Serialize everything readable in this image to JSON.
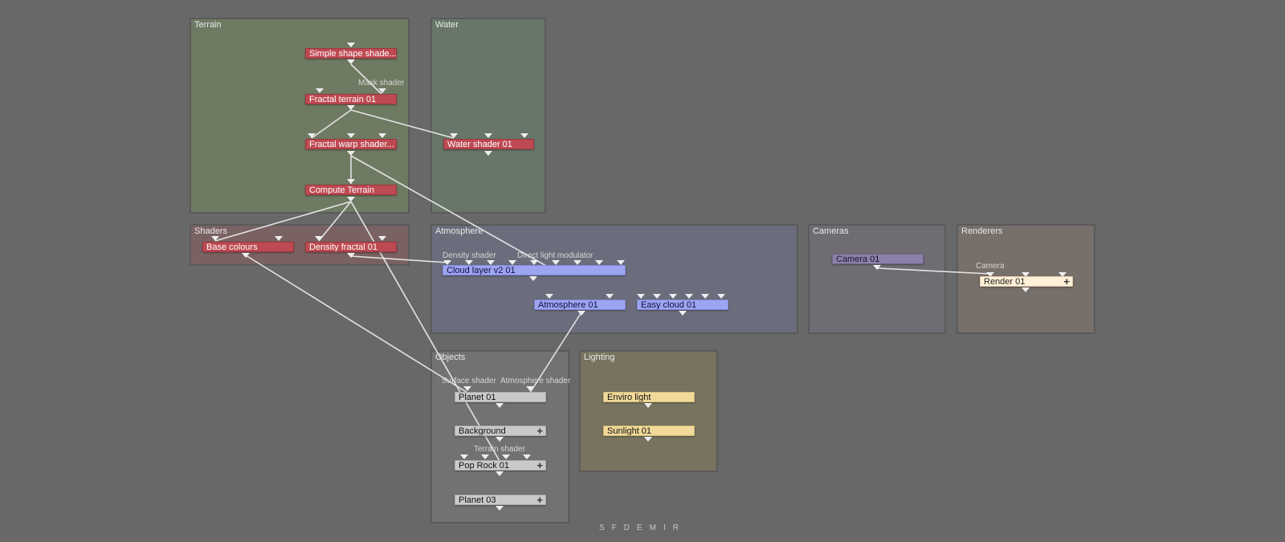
{
  "groups": {
    "terrain": {
      "title": "Terrain",
      "color": "#6f7a62"
    },
    "water": {
      "title": "Water",
      "color": "#677669"
    },
    "shaders": {
      "title": "Shaders",
      "color": "#7a6262"
    },
    "atmosphere": {
      "title": "Atmosphere",
      "color": "#6b6d7c"
    },
    "cameras": {
      "title": "Cameras",
      "color": "#6f6c74"
    },
    "renderers": {
      "title": "Renderers",
      "color": "#776f6a"
    },
    "objects": {
      "title": "Objects",
      "color": "#727272"
    },
    "lighting": {
      "title": "Lighting",
      "color": "#77735f"
    }
  },
  "nodes": {
    "simple_shape": "Simple shape shade...",
    "fractal_terrain": "Fractal terrain 01",
    "fractal_warp": "Fractal warp shader...",
    "compute_terrain": "Compute Terrain",
    "water_shader": "Water shader 01",
    "base_colours": "Base colours",
    "density_fractal": "Density fractal 01",
    "cloud_layer": "Cloud layer v2 01",
    "atmosphere": "Atmosphere 01",
    "easy_cloud": "Easy cloud 01",
    "camera": "Camera 01",
    "render": "Render 01",
    "planet01": "Planet 01",
    "background": "Background",
    "pop_rock": "Pop Rock 01",
    "planet03": "Planet 03",
    "enviro_light": "Enviro light",
    "sunlight": "Sunlight 01"
  },
  "port_labels": {
    "mask_shader": "Mask shader",
    "density_shader": "Density shader",
    "direct_light_modulator": "Direct light modulator",
    "camera": "Camera",
    "surface_shader": "Surface shader",
    "atmosphere_shader": "Atmosphere shader",
    "terrain_shader": "Terrain shader"
  },
  "watermark": "SFDEMIR"
}
